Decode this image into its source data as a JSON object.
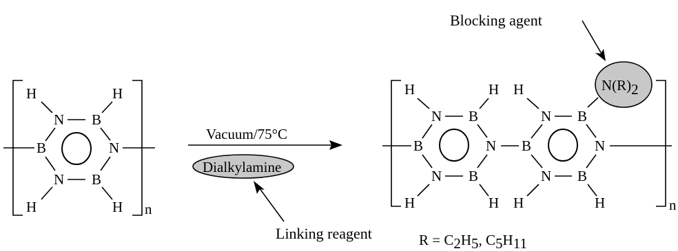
{
  "atoms": {
    "H": "H",
    "N": "N",
    "B": "B",
    "subscript_n": "n"
  },
  "reaction": {
    "conditions": "Vacuum/75°C",
    "reagent": "Dialkylamine",
    "reagent_label": "Linking reagent"
  },
  "product": {
    "blocking_group": "N(R)",
    "blocking_group_subscript": "2",
    "blocking_label": "Blocking agent"
  },
  "r_definition": {
    "prefix": "R = C",
    "c2_sub": "2",
    "h5_base": "H",
    "h5_sub": "5",
    "sep": ", C",
    "c5_sub": "5",
    "h11_base": "H",
    "h11_sub": "11"
  },
  "colors": {
    "blob_fill": "#c8c8c8",
    "line": "#000000"
  }
}
